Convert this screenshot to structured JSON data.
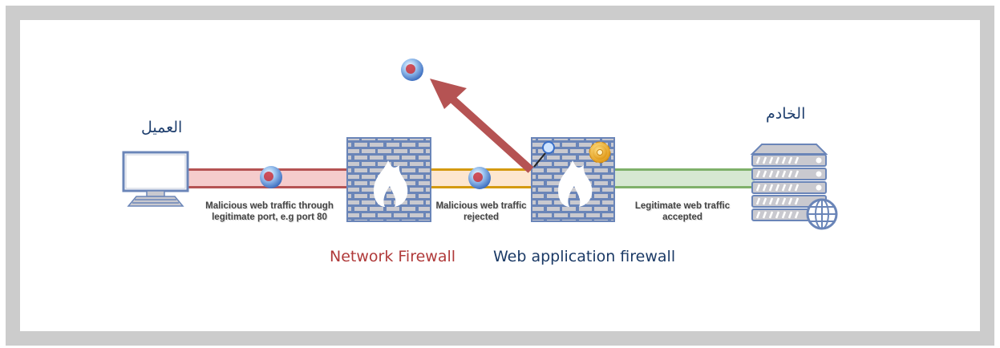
{
  "diagram": {
    "title": "Network Firewall vs Web application firewall",
    "nodes": {
      "client": {
        "label": "العميل",
        "icon": "desktop-computer-icon"
      },
      "server": {
        "label": "الخادم",
        "icon": "server-rack-icon",
        "badge_icon": "globe-icon"
      },
      "network_firewall": {
        "icon": "brick-firewall-icon"
      },
      "waf": {
        "icon": "brick-firewall-icon",
        "extra_icons": [
          "magnifier-icon",
          "gear-icon"
        ]
      }
    },
    "links": [
      {
        "id": "client-to-nfw",
        "label_line1": "Malicious web traffic through",
        "label_line2": "legitimate port, e.g port 80",
        "color": "#b55353",
        "fill": "#f5cccc"
      },
      {
        "id": "nfw-to-waf",
        "label_line1": "Malicious web traffic",
        "label_line2": "rejected",
        "color": "#d49a10",
        "fill": "#fde6cf"
      },
      {
        "id": "waf-to-server",
        "label_line1": "Legitimate web traffic",
        "label_line2": "accepted",
        "color": "#7fb06a",
        "fill": "#d6e8d2"
      }
    ],
    "rejected_arrow_color": "#b55353",
    "captions": {
      "network_firewall": {
        "text": "Network Firewall",
        "color": "#b03a3a"
      },
      "waf": {
        "text": "Web application firewall",
        "color": "#1b3a66"
      }
    },
    "colors": {
      "frame": "#cccccc",
      "brick": "#c9c9cf",
      "mortar": "#6a85b8",
      "icon_outline": "#6a85b8"
    }
  }
}
